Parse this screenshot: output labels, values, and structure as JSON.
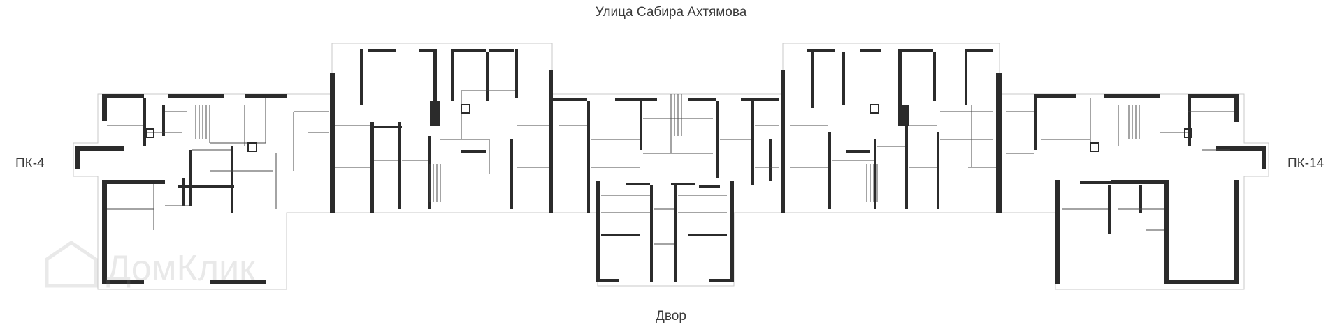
{
  "labels": {
    "street": "Улица Сабира Ахтямова",
    "yard": "Двор",
    "left_section": "ПК-4",
    "right_section": "ПК-14"
  },
  "watermark": {
    "text": "ДомКлик"
  },
  "colors": {
    "wall": "#2b2b2b",
    "line": "#4a4a4a",
    "background": "#ffffff"
  }
}
